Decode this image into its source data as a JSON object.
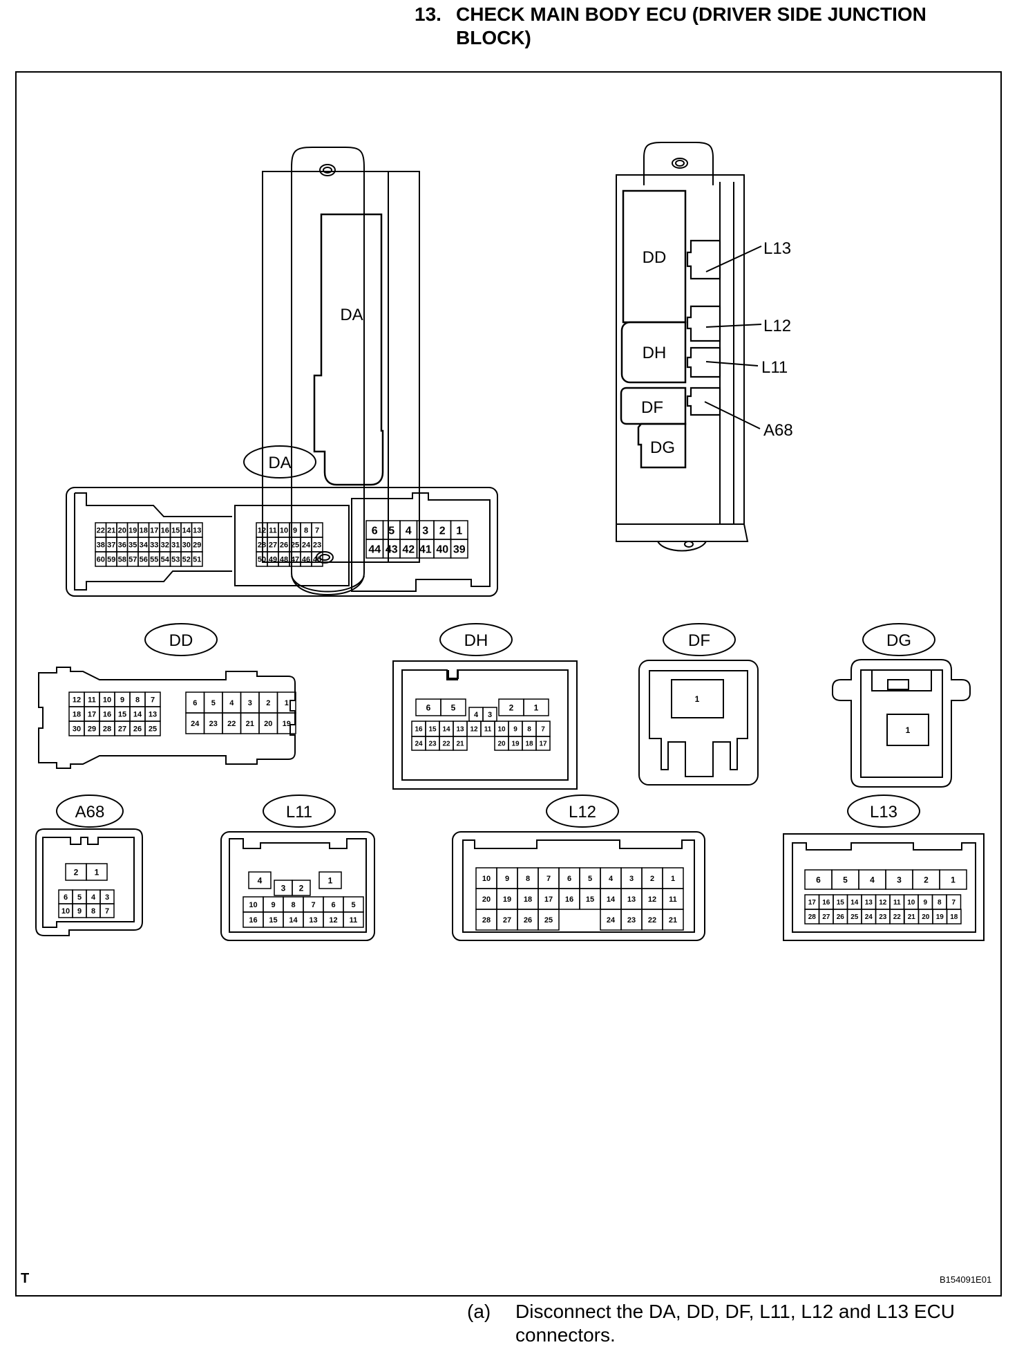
{
  "heading": {
    "number": "13.",
    "line1": "CHECK MAIN BODY ECU (DRIVER SIDE JUNCTION",
    "line2": "BLOCK)"
  },
  "corner_mark": "T",
  "figure_id": "B154091E01",
  "step": {
    "label": "(a)",
    "line1": "Disconnect the DA, DD, DF, L11, L12 and L13 ECU",
    "line2": "connectors."
  },
  "block_left": {
    "da": "DA"
  },
  "block_right": {
    "dd": "DD",
    "dh": "DH",
    "df": "DF",
    "dg": "DG",
    "l13": "L13",
    "l12": "L12",
    "l11": "L11",
    "a68": "A68"
  },
  "connectors": {
    "da": {
      "name": "DA",
      "rows_a": [
        [
          "22",
          "21",
          "20",
          "19",
          "18",
          "17",
          "16",
          "15",
          "14",
          "13"
        ],
        [
          "38",
          "37",
          "36",
          "35",
          "34",
          "33",
          "32",
          "31",
          "30",
          "29"
        ],
        [
          "60",
          "59",
          "58",
          "57",
          "56",
          "55",
          "54",
          "53",
          "52",
          "51"
        ]
      ],
      "rows_b": [
        [
          "12",
          "11",
          "10",
          "9",
          "8",
          "7"
        ],
        [
          "28",
          "27",
          "26",
          "25",
          "24",
          "23"
        ],
        [
          "50",
          "49",
          "48",
          "47",
          "46",
          "45"
        ]
      ],
      "rows_c": [
        [
          "6",
          "5",
          "4",
          "3",
          "2",
          "1"
        ],
        [
          "44",
          "43",
          "42",
          "41",
          "40",
          "39"
        ]
      ]
    },
    "dd": {
      "name": "DD",
      "rows_a": [
        [
          "12",
          "11",
          "10",
          "9",
          "8",
          "7"
        ],
        [
          "18",
          "17",
          "16",
          "15",
          "14",
          "13"
        ],
        [
          "30",
          "29",
          "28",
          "27",
          "26",
          "25"
        ]
      ],
      "rows_b": [
        [
          "6",
          "5",
          "4",
          "3",
          "2",
          "1"
        ],
        [
          "24",
          "23",
          "22",
          "21",
          "20",
          "19"
        ]
      ]
    },
    "dh": {
      "name": "DH",
      "top_a": [
        "6",
        "5"
      ],
      "top_mid": [
        "4",
        "3"
      ],
      "top_b": [
        "2",
        "1"
      ],
      "row2": [
        "16",
        "15",
        "14",
        "13",
        "12",
        "11",
        "10",
        "9",
        "8",
        "7"
      ],
      "row3a": [
        "24",
        "23",
        "22",
        "21"
      ],
      "row3b": [
        "20",
        "19",
        "18",
        "17"
      ]
    },
    "df": {
      "name": "DF",
      "pin": "1"
    },
    "dg": {
      "name": "DG",
      "pin": "1"
    },
    "a68": {
      "name": "A68",
      "row1": [
        "2",
        "1"
      ],
      "row2": [
        "6",
        "5",
        "4",
        "3"
      ],
      "row3": [
        "10",
        "9",
        "8",
        "7"
      ]
    },
    "l11": {
      "name": "L11",
      "pin4": "4",
      "mid": [
        "3",
        "2"
      ],
      "pin1": "1",
      "row2": [
        "10",
        "9",
        "8",
        "7",
        "6",
        "5"
      ],
      "row3": [
        "16",
        "15",
        "14",
        "13",
        "12",
        "11"
      ]
    },
    "l12": {
      "name": "L12",
      "row1": [
        "10",
        "9",
        "8",
        "7",
        "6",
        "5",
        "4",
        "3",
        "2",
        "1"
      ],
      "row2": [
        "20",
        "19",
        "18",
        "17",
        "16",
        "15",
        "14",
        "13",
        "12",
        "11"
      ],
      "row3a": [
        "28",
        "27",
        "26",
        "25"
      ],
      "row3b": [
        "24",
        "23",
        "22",
        "21"
      ]
    },
    "l13": {
      "name": "L13",
      "row1": [
        "6",
        "5",
        "4",
        "3",
        "2",
        "1"
      ],
      "row2": [
        "17",
        "16",
        "15",
        "14",
        "13",
        "12",
        "11",
        "10",
        "9",
        "8",
        "7"
      ],
      "row3a": [
        "28",
        "27",
        "26",
        "25",
        "24",
        "23",
        "22"
      ],
      "row3b": [
        "21",
        "20",
        "19",
        "18"
      ]
    }
  }
}
